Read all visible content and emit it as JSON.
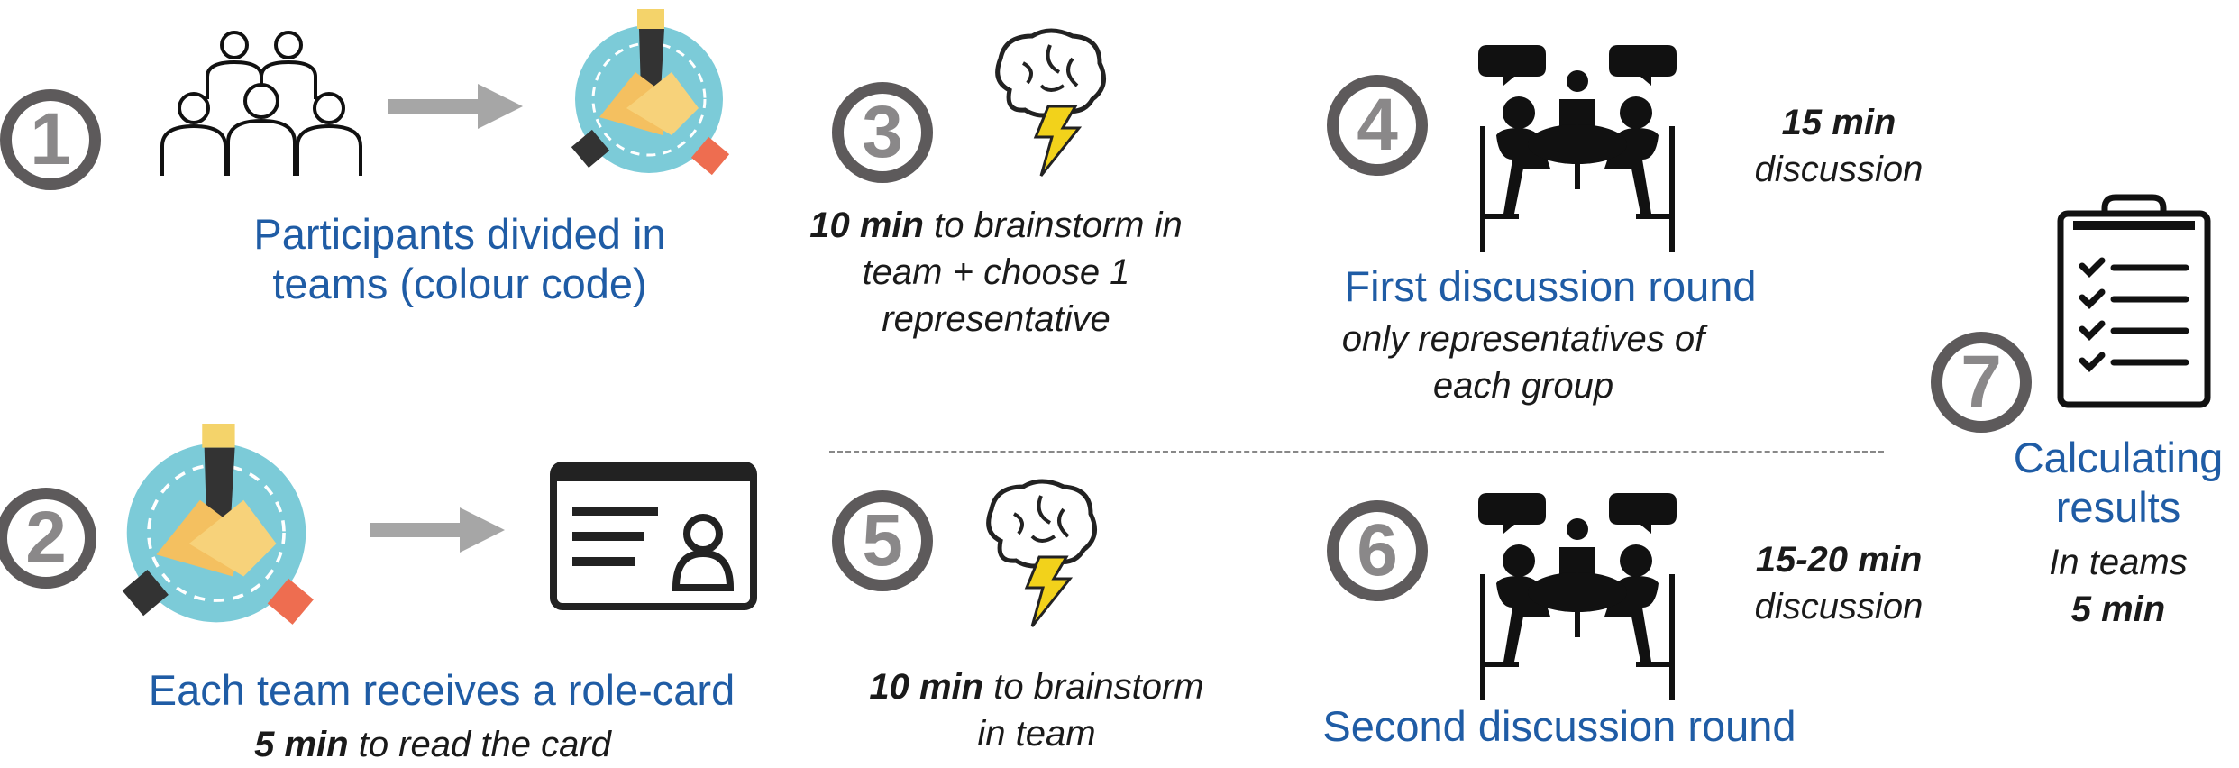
{
  "steps": [
    {
      "num": "1",
      "title": "Participants divided in teams (colour code)"
    },
    {
      "num": "2",
      "title": "Each team receives a role-card",
      "note_bold": "5 min",
      "note": " to read the card"
    },
    {
      "num": "3",
      "note_bold": "10 min",
      "note": " to brainstorm in team + choose 1 representative"
    },
    {
      "num": "4",
      "title": "First discussion round",
      "note": "only representatives of each group",
      "time_bold": "15 min",
      "time_label": "discussion"
    },
    {
      "num": "5",
      "note_bold": "10 min",
      "note": " to brainstorm in team"
    },
    {
      "num": "6",
      "title": "Second discussion round",
      "time_bold": "15-20 min",
      "time_label": "discussion"
    },
    {
      "num": "7",
      "title": "Calculating results",
      "note": "In teams",
      "note_bold": "5 min"
    }
  ],
  "icons": {
    "group": "people-group-icon",
    "hands": "team-hands-icon",
    "arrow": "arrow-right-icon",
    "brain": "brain-lightning-icon",
    "meeting": "meeting-table-icon",
    "card": "id-card-icon",
    "clipboard": "clipboard-checklist-icon"
  },
  "colors": {
    "title_blue": "#1f5ca5",
    "number_ring": "#5d5a5b",
    "number_text": "#8a8889",
    "hands_circle": "#7ccbd8",
    "bolt": "#f2d21b"
  }
}
